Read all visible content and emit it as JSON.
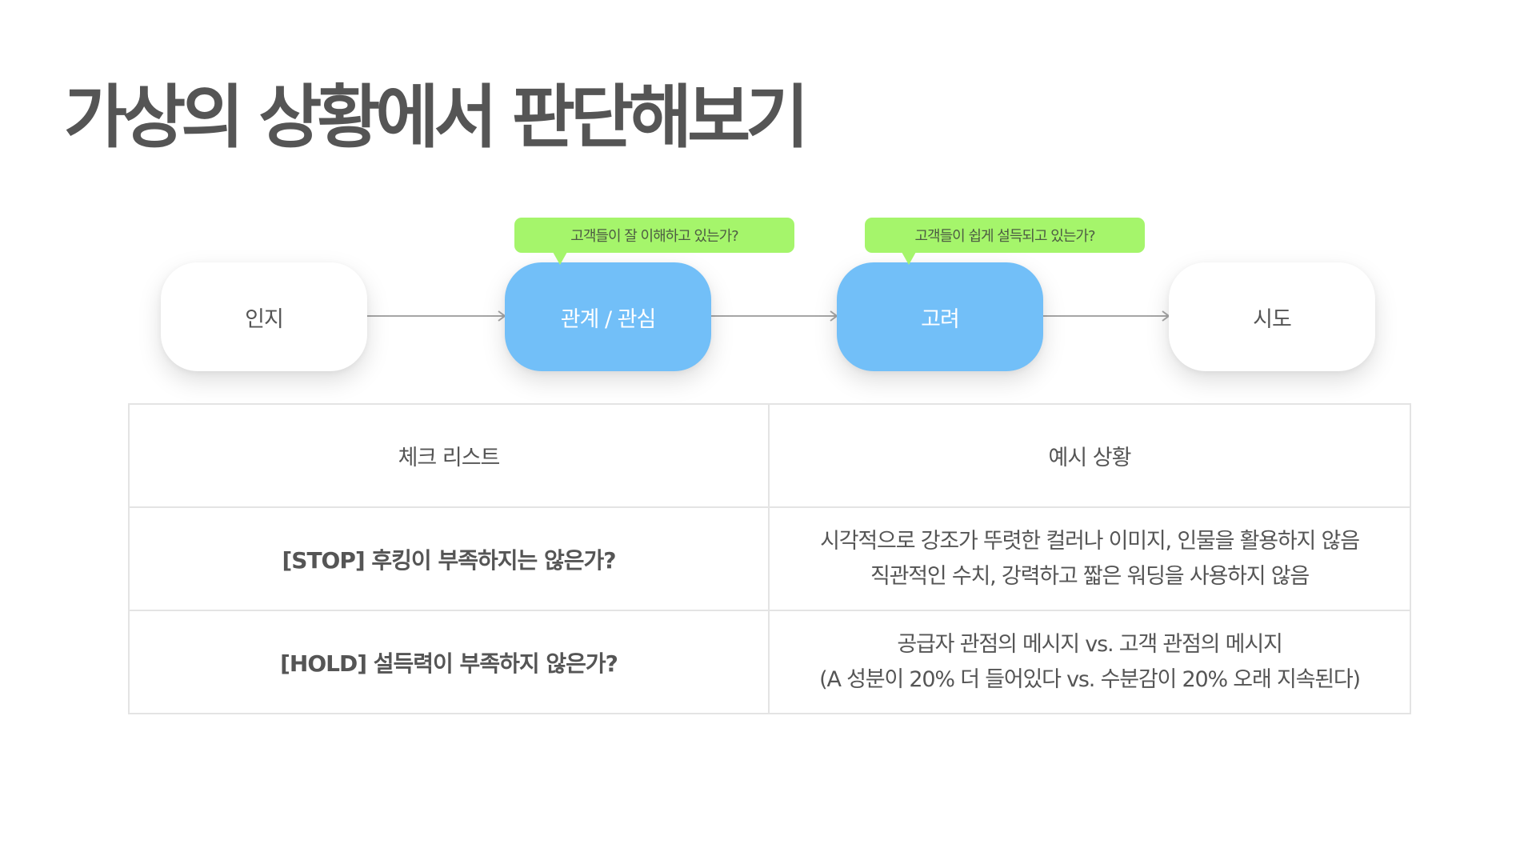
{
  "title": "가상의 상황에서 판단해보기",
  "flow": {
    "stages": [
      {
        "label": "인지",
        "state": "plain"
      },
      {
        "label": "관계 / 관심",
        "state": "active"
      },
      {
        "label": "고려",
        "state": "active"
      },
      {
        "label": "시도",
        "state": "plain"
      }
    ],
    "callouts": [
      {
        "text": "고객들이 잘 이해하고 있는가?",
        "attached_to": "관계 / 관심"
      },
      {
        "text": "고객들이 쉽게 설득되고 있는가?",
        "attached_to": "고려"
      }
    ],
    "connector_icon": "arrow-right-icon"
  },
  "table": {
    "headers": [
      "체크 리스트",
      "예시 상황"
    ],
    "rows": [
      {
        "check": "[STOP] 후킹이 부족하지는 않은가?",
        "example": [
          "시각적으로 강조가 뚜렷한 컬러나 이미지, 인물을 활용하지 않음",
          "직관적인 수치, 강력하고 짧은 워딩을 사용하지 않음"
        ]
      },
      {
        "check": "[HOLD] 설득력이 부족하지 않은가?",
        "example": [
          "공급자 관점의 메시지 vs. 고객 관점의 메시지",
          "(A 성분이 20% 더 들어있다 vs. 수분감이 20% 오래 지속된다)"
        ]
      }
    ]
  },
  "colors": {
    "title_text": "#555555",
    "active_stage": "#72bff8",
    "plain_stage": "#ffffff",
    "callout_bg": "#a5f56b",
    "connector": "#a6a6a6",
    "table_border": "#e4e4e4"
  }
}
